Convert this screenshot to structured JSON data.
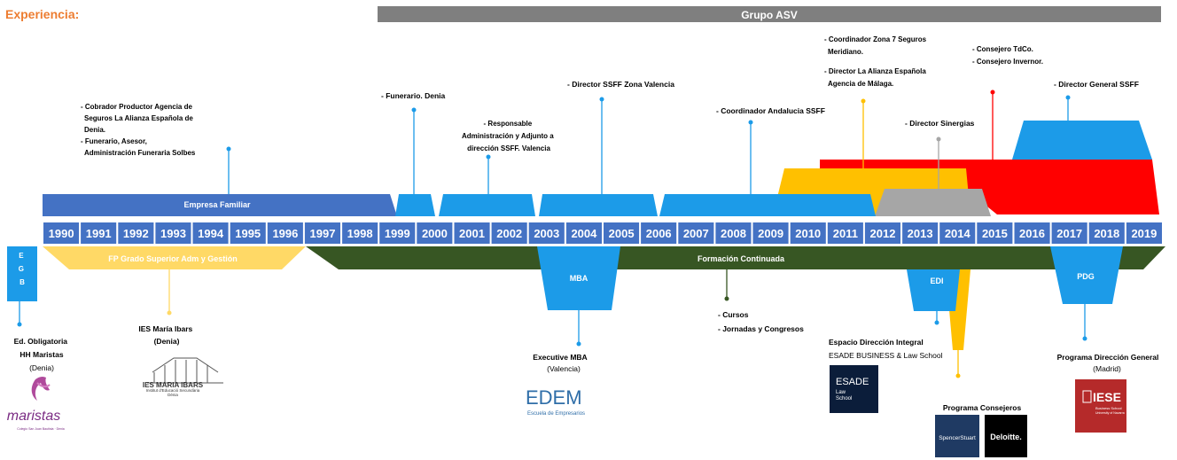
{
  "header": {
    "title": "Experiencia:",
    "group_label": "Grupo ASV"
  },
  "colors": {
    "orange_title": "#ed7d31",
    "timeline_blue": "#4472c4",
    "bar_blue": "#1c9be8",
    "yellow": "#ffc000",
    "red": "#ff0000",
    "grey": "#a6a6a6",
    "green": "#375623",
    "light_yellow": "#ffd966",
    "group_grey": "#808080"
  },
  "years": [
    "1990",
    "1991",
    "1992",
    "1993",
    "1994",
    "1995",
    "1996",
    "1997",
    "1998",
    "1999",
    "2000",
    "2001",
    "2002",
    "2003",
    "2004",
    "2005",
    "2006",
    "2007",
    "2008",
    "2009",
    "2010",
    "2011",
    "2012",
    "2013",
    "2014",
    "2015",
    "2016",
    "2017",
    "2018",
    "2019"
  ],
  "bars": {
    "empresa_familiar": "Empresa Familiar",
    "fp": "FP Grado Superior Adm y Gestión",
    "formacion": "Formación Continuada",
    "mba": "MBA",
    "edi": "EDI",
    "pdg": "PDG",
    "egb": [
      "E",
      "G",
      "B"
    ]
  },
  "annotations": {
    "cobrador": [
      "- Cobrador Productor Agencia de",
      "Seguros La Alianza Española de",
      "Denia.",
      "- Funerario, Asesor,",
      "Administración Funeraria Solbes"
    ],
    "funerario": "- Funerario. Denia",
    "responsable": [
      "- Responsable",
      "Administración y Adjunto a",
      "dirección SSFF. Valencia"
    ],
    "director_valencia": "- Director SSFF Zona Valencia",
    "coord_andalucia": "- Coordinador Andalucia SSFF",
    "coord_zona7": [
      "- Coordinador Zona 7 Seguros",
      "Meridiano.",
      "- Director La Alianza Española",
      "Agencia de Málaga."
    ],
    "consejero": [
      "- Consejero TdCo.",
      "- Consejero Invernor."
    ],
    "director_sinergias": "- Director Sinergias",
    "director_general": "- Director General SSFF",
    "cursos": [
      "- Cursos",
      "- Jornadas y Congresos"
    ]
  },
  "education": {
    "egb": [
      "Ed. Obligatoria",
      "HH Maristas",
      "(Denia)"
    ],
    "ies": [
      "IES María Ibars",
      "(Denia)"
    ],
    "executive": [
      "Executive MBA",
      "(Valencia)"
    ],
    "edi": [
      "Espacio Dirección Integral",
      "ESADE BUSINESS & Law School"
    ],
    "consejeros": "Programa Consejeros",
    "pdg": [
      "Programa Dirección General",
      "(Madrid)"
    ]
  },
  "logos": {
    "maristas": "maristas",
    "maristas_sub": "Colegio San Juan Bautista · Denia",
    "ies_name": "IES MARIA IBARS",
    "ies_sub1": "Institut d'Educació Secundària",
    "ies_sub2": "Dénia",
    "edem": "EDEM",
    "edem_sub": "Escuela de Empresarios",
    "esade": "ESADE",
    "esade_law": "Law",
    "esade_school": "School",
    "spencer": "SpencerStuart",
    "deloitte": "Deloitte.",
    "iese": "IESE",
    "iese_sub1": "Business School",
    "iese_sub2": "University of Navarra"
  }
}
